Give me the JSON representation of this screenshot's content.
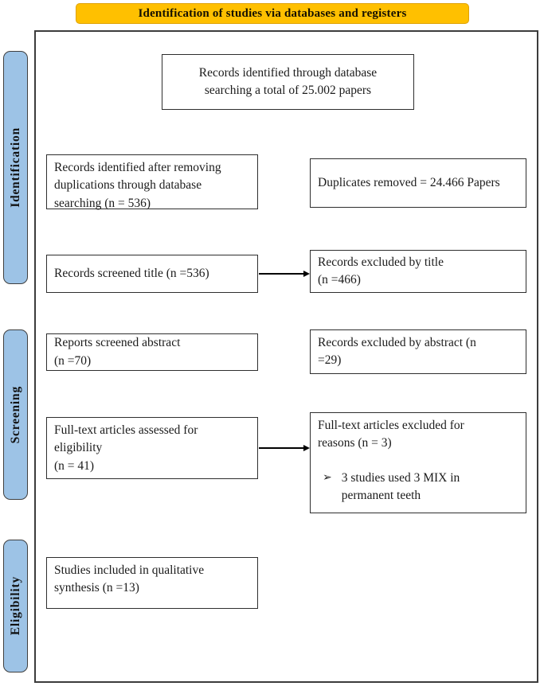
{
  "banner": {
    "label": "Identification of studies via databases and registers",
    "bg_color": "#FFC000"
  },
  "stages": [
    {
      "label": "Identification"
    },
    {
      "label": "Screening"
    },
    {
      "label": "Eligibility"
    }
  ],
  "stage_bg_color": "#9DC3E6",
  "boxes": {
    "records_identified": {
      "text": "Records identified through database\nsearching a total of 25.002 papers"
    },
    "records_after_dedup": {
      "text": "Records identified after removing\nduplications through database\nsearching (n = 536)"
    },
    "duplicates_removed": {
      "text": "Duplicates removed = 24.466 Papers"
    },
    "records_screened_title": {
      "text": "Records screened title  (n =536)"
    },
    "records_excluded_title": {
      "text": "Records excluded by title\n(n =466)"
    },
    "reports_screened_abstract": {
      "text": "Reports screened abstract\n(n =70)"
    },
    "records_excluded_abstract": {
      "text": "Records excluded by abstract (n\n=29)"
    },
    "fulltext_assessed": {
      "text": "Full-text articles assessed for\neligibility\n(n = 41)"
    },
    "fulltext_excluded": {
      "text": "Full-text articles excluded for\nreasons (n = 3)",
      "bullet_icon": "➢",
      "bullet_text": "3 studies used 3 MIX in\npermanent teeth"
    },
    "studies_included": {
      "text": "Studies included in qualitative\nsynthesis (n =13)"
    }
  }
}
